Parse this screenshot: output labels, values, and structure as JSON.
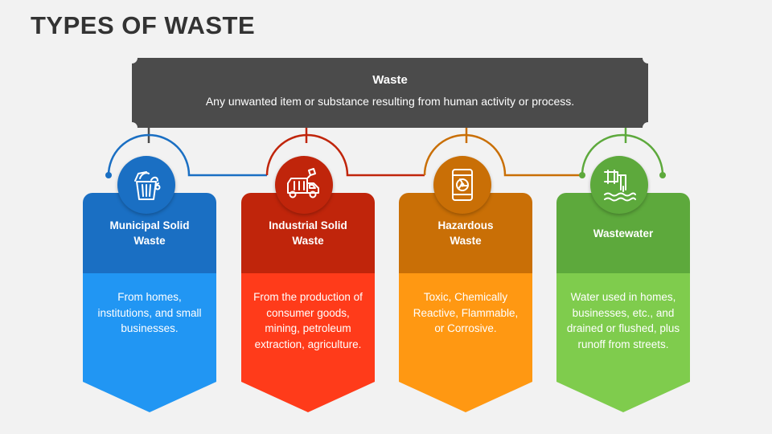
{
  "title": "TYPES OF WASTE",
  "banner": {
    "title": "Waste",
    "description": "Any unwanted item or substance resulting from human activity or process."
  },
  "cards": [
    {
      "title": "Municipal Solid\nWaste",
      "body": "From homes, institutions, and small businesses.",
      "icon": "trash-bin-icon",
      "color_top": "#1a6fc3",
      "color_bottom": "#2196f3"
    },
    {
      "title": "Industrial Solid\nWaste",
      "body": "From the production of consumer goods, mining, petroleum extraction, agriculture.",
      "icon": "garbage-truck-icon",
      "color_top": "#c0250b",
      "color_bottom": "#ff3b1a"
    },
    {
      "title": "Hazardous\nWaste",
      "body": "Toxic, Chemically Reactive, Flammable, or Corrosive.",
      "icon": "hazard-barrel-icon",
      "color_top": "#c96f06",
      "color_bottom": "#ff9812"
    },
    {
      "title": "Wastewater",
      "body": "Water used in homes, businesses, etc., and drained or flushed, plus runoff from streets.",
      "icon": "drain-pipe-icon",
      "color_top": "#5da93c",
      "color_bottom": "#7fcc4d"
    }
  ]
}
